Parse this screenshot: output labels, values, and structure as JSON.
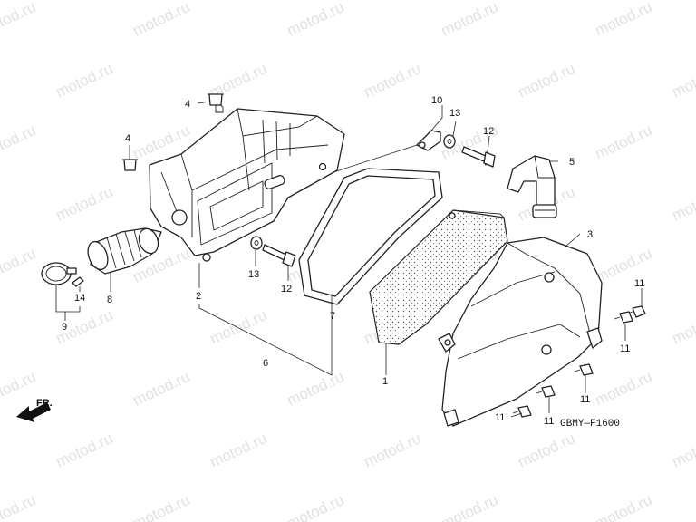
{
  "watermark": {
    "text": "motod.ru",
    "color": "#e2e2e2"
  },
  "diagram_code": "GBMY—F1600",
  "front_indicator": "FR.",
  "callouts": [
    {
      "id": "c1",
      "label": "1"
    },
    {
      "id": "c2",
      "label": "2"
    },
    {
      "id": "c3",
      "label": "3"
    },
    {
      "id": "c4a",
      "label": "4"
    },
    {
      "id": "c4b",
      "label": "4"
    },
    {
      "id": "c5",
      "label": "5"
    },
    {
      "id": "c6",
      "label": "6"
    },
    {
      "id": "c7",
      "label": "7"
    },
    {
      "id": "c8",
      "label": "8"
    },
    {
      "id": "c9",
      "label": "9"
    },
    {
      "id": "c10",
      "label": "10"
    },
    {
      "id": "c11a",
      "label": "11"
    },
    {
      "id": "c11b",
      "label": "11"
    },
    {
      "id": "c11c",
      "label": "11"
    },
    {
      "id": "c11d",
      "label": "11"
    },
    {
      "id": "c11e",
      "label": "11"
    },
    {
      "id": "c12a",
      "label": "12"
    },
    {
      "id": "c12b",
      "label": "12"
    },
    {
      "id": "c13a",
      "label": "13"
    },
    {
      "id": "c13b",
      "label": "13"
    },
    {
      "id": "c14",
      "label": "14"
    }
  ]
}
